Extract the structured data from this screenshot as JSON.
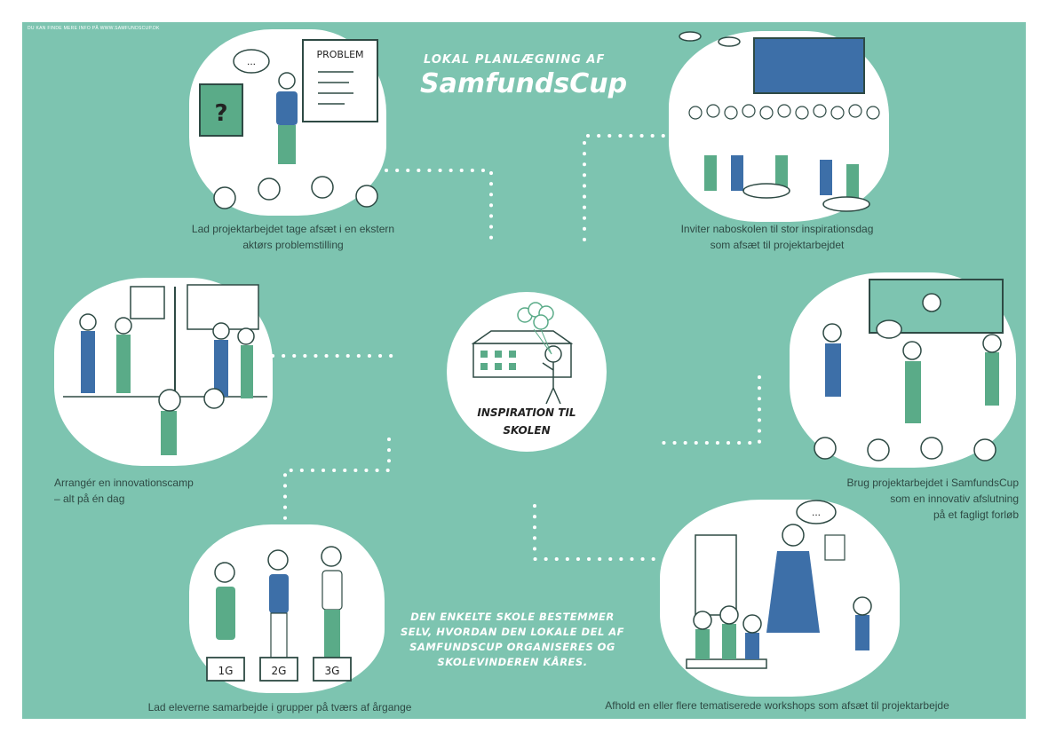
{
  "header": {
    "small_note": "Du kan finde mere info på www.samfundscup.dk",
    "title_line1": "Lokal planlægning af",
    "title_line2": "SamfundsCup"
  },
  "center": {
    "label_line1": "Inspiration til",
    "label_line2": "skolen"
  },
  "note": {
    "line1": "Den enkelte skole bestemmer",
    "line2": "selv, hvordan den lokale del af",
    "line3": "SamfundsCup organiseres og",
    "line4": "skolevinderen kåres."
  },
  "steps": [
    {
      "line1": "Lad projektarbejdet tage afsæt i en ekstern",
      "line2": "aktørs problemstilling"
    },
    {
      "line1": "Inviter naboskolen til stor inspirationsdag",
      "line2": "som afsæt til projektarbejdet"
    },
    {
      "line1": "Arrangér en innovationscamp",
      "line2": "– alt på én dag"
    },
    {
      "line1": "Brug projektarbejdet i SamfundsCup",
      "line2": "som en innovativ afslutning",
      "line3": "på et fagligt forløb"
    },
    {
      "line1": "Lad eleverne samarbejde i grupper på tværs af årgange"
    },
    {
      "line1": "Afhold en eller flere tematiserede workshops som afsæt til projektarbejde"
    }
  ],
  "illustration_text": {
    "problem_board": "PROBLEM",
    "board_mark": "?",
    "podium": [
      "1G",
      "2G",
      "3G"
    ],
    "speech_dots": "..."
  },
  "colors": {
    "background": "#7dc4b0",
    "illustration_green": "#5aab88",
    "illustration_blue": "#3d6fa8",
    "ink": "#2e4a44"
  }
}
